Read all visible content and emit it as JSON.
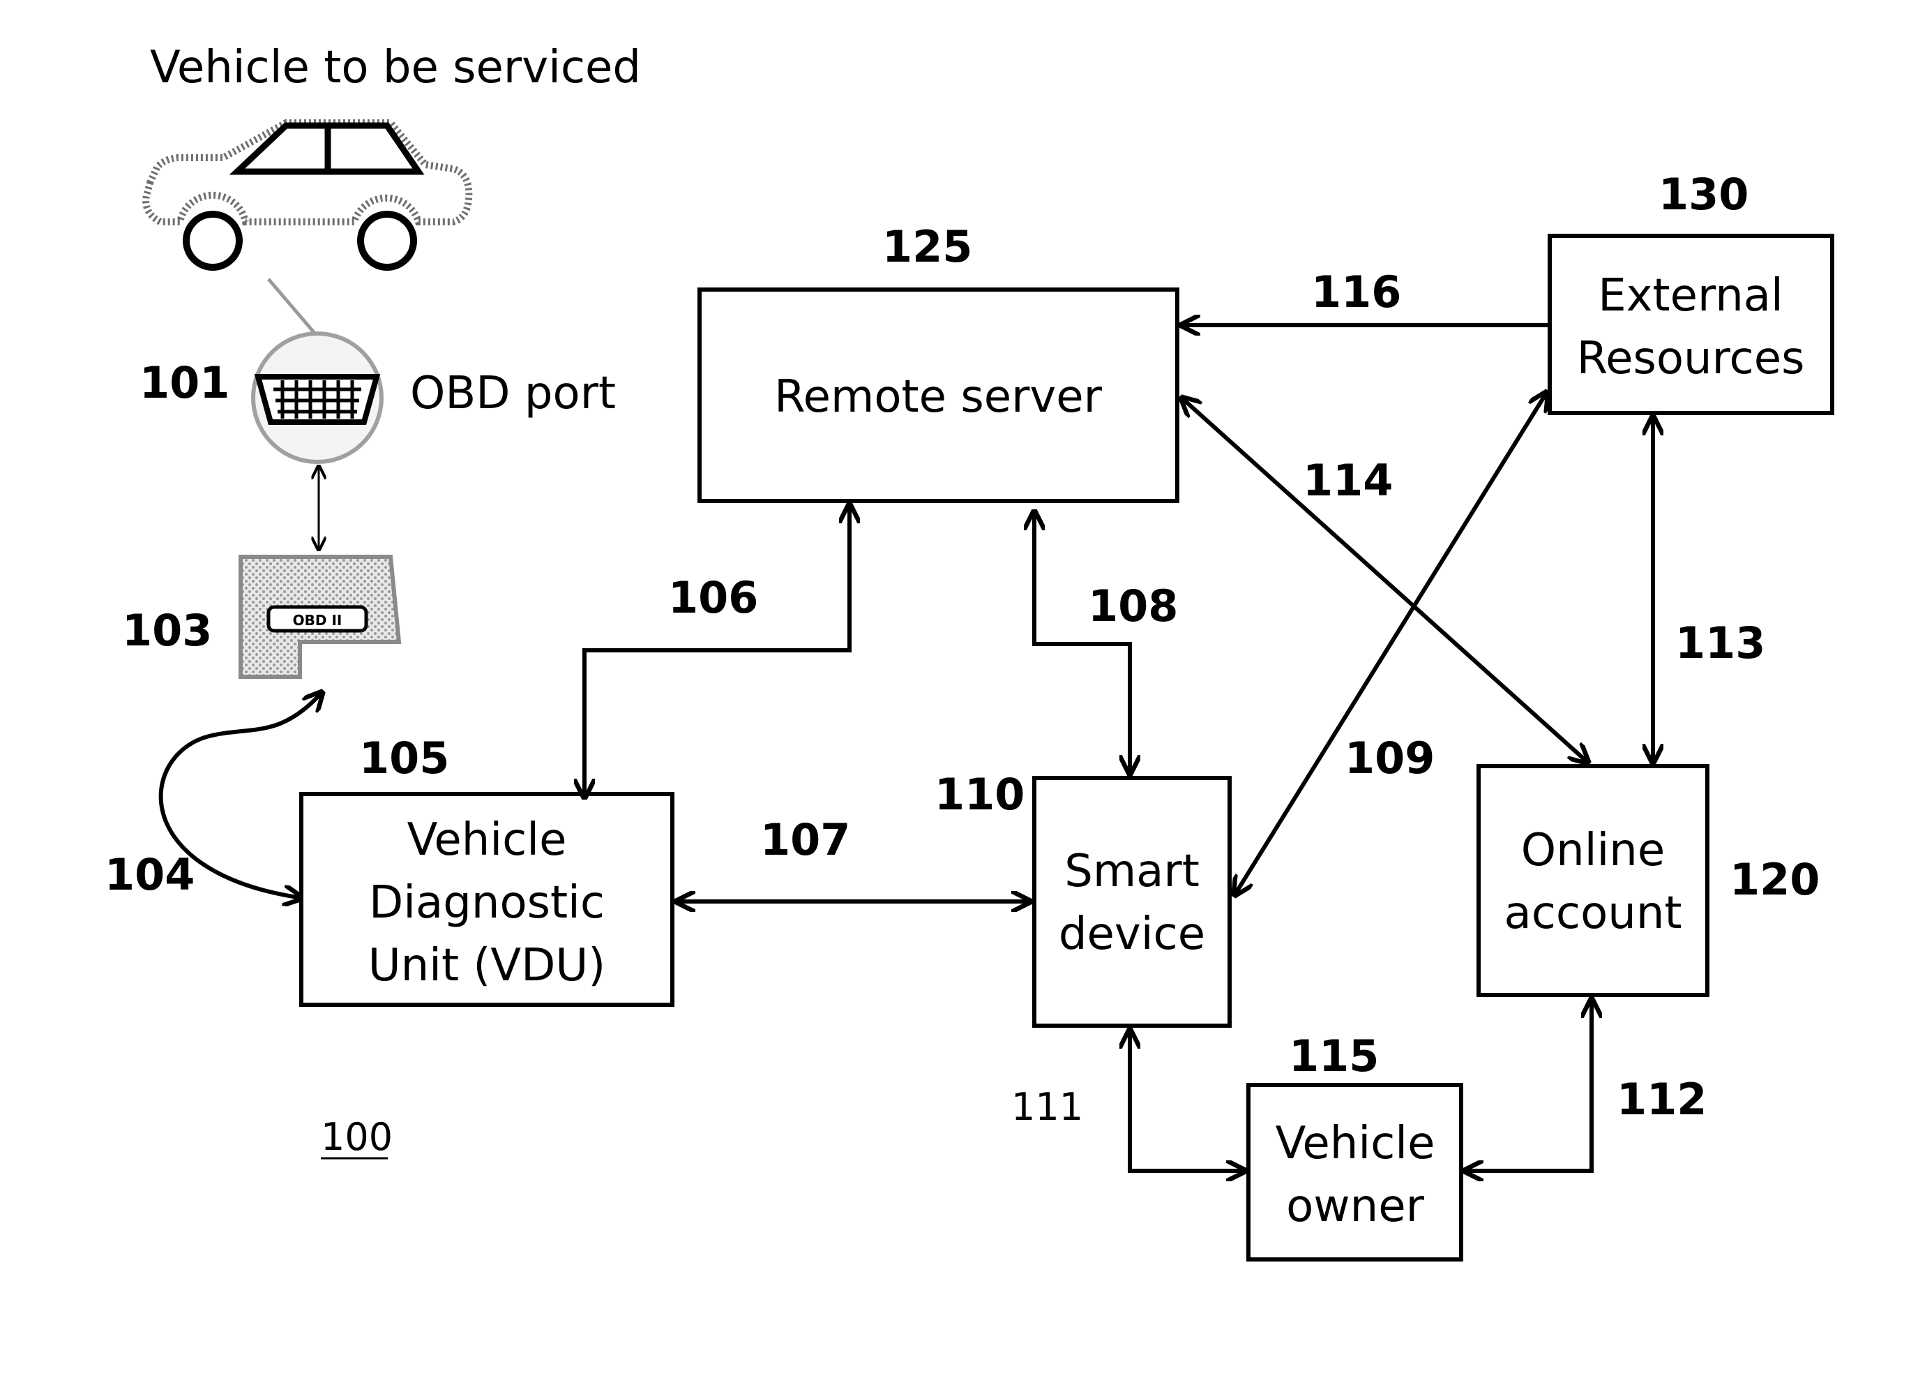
{
  "figure_number": "100",
  "vehicle": {
    "title": "Vehicle to be serviced",
    "icon": "car-icon"
  },
  "obd_port": {
    "ref": "101",
    "label": "OBD port",
    "icon": "obd-port-icon"
  },
  "dongle": {
    "ref": "103",
    "text": "OBD II",
    "icon": "obd-dongle-icon"
  },
  "nodes": {
    "vdu": {
      "ref": "105",
      "lines": [
        "Vehicle",
        "Diagnostic",
        "Unit (VDU)"
      ]
    },
    "remote_server": {
      "ref": "125",
      "lines": [
        "Remote server"
      ]
    },
    "external_resources": {
      "ref": "130",
      "lines": [
        "External",
        "Resources"
      ]
    },
    "smart_device": {
      "ref": "110",
      "lines": [
        "Smart",
        "device"
      ]
    },
    "online_account": {
      "ref": "120",
      "lines": [
        "Online",
        "account"
      ]
    },
    "vehicle_owner": {
      "ref": "115",
      "lines": [
        "Vehicle",
        "owner"
      ]
    }
  },
  "links": {
    "l104": "104",
    "l106": "106",
    "l107": "107",
    "l108": "108",
    "l109": "109",
    "l111": "111",
    "l112": "112",
    "l113": "113",
    "l114": "114",
    "l116": "116"
  }
}
